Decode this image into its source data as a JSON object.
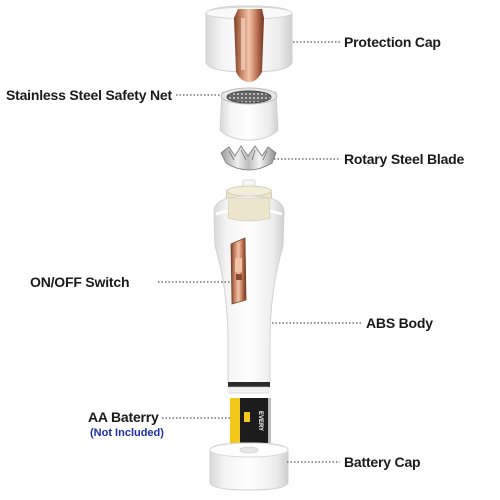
{
  "labels": {
    "protection_cap": "Protection Cap",
    "safety_net": "Stainless Steel Safety Net",
    "rotary_blade": "Rotary Steel Blade",
    "on_off_switch": "ON/OFF Switch",
    "abs_body": "ABS Body",
    "aa_battery": "AA Baterry",
    "not_included": "(Not Included)",
    "battery_cap": "Battery Cap"
  },
  "battery_print": "EVERY",
  "colors": {
    "rose_gold": "#c9876a",
    "rose_gold_dark": "#8a4a30",
    "body_white": "#f7f7f7",
    "note_blue": "#1f2fa8",
    "battery_yellow": "#f2c81a"
  }
}
